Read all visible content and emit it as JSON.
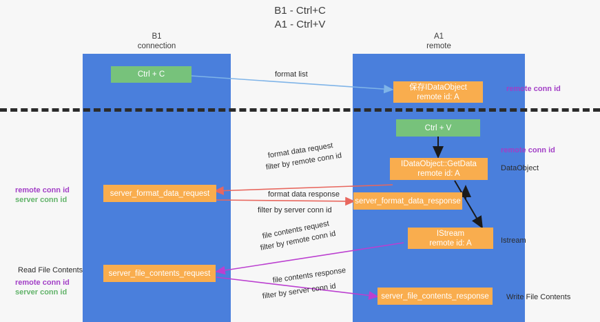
{
  "title": "B1 - Ctrl+C\nA1 - Ctrl+V",
  "lanes": [
    {
      "id": "b1",
      "name": "B1",
      "sub": "connection",
      "heading": "B1\nconnection",
      "color": "#4a7fdc"
    },
    {
      "id": "a1",
      "name": "A1",
      "sub": "remote",
      "heading": "A1\nremote",
      "color": "#4a7fdc"
    }
  ],
  "nodes": {
    "ctrl_c": "Ctrl + C",
    "ctrl_v": "Ctrl + V",
    "save_idataobject": "保存IDataObject\nremote id: A",
    "idataobject_getdata": "IDataObject::GetData\nremote id: A",
    "istream": "IStream\nremote id: A",
    "server_format_data_request": "server_format_data_request",
    "server_format_data_response": "server_format_data_response",
    "server_file_contents_request": "server_file_contents_request",
    "server_file_contents_response": "server_file_contents_response"
  },
  "edge_labels": {
    "format_list": "format list",
    "format_data_request": "format data request",
    "filter_by_remote_conn_id_1": "filter by ",
    "remote_conn_id": "remote conn id",
    "format_data_response": "format data response",
    "filter_by_server_conn_id_1": "filter by ",
    "server_conn_id": "server conn id",
    "file_contents_request": "file contents request",
    "filter_by_remote_conn_id_2": "filter by ",
    "file_contents_response": "file contents response",
    "filter_by_server_conn_id_2": "filter by "
  },
  "annotations": {
    "right_remote_conn_id_top": "remote conn id",
    "right_remote_conn_id_mid": "remote conn id",
    "right_dataobject": "DataObject",
    "right_istream": "Istream",
    "right_write_file_contents": "Write File Contents",
    "left_remote_conn_id": "remote conn id",
    "left_server_conn_id": "server conn id",
    "left_read_file_contents": "Read File Contents",
    "left_remote_conn_id_2": "remote conn id",
    "left_server_conn_id_2": "server conn id"
  },
  "colors": {
    "lane": "#4a7fdc",
    "green_node": "#77c27b",
    "orange_node": "#f9ad4e",
    "purple": "#a23fc6",
    "green_text": "#62b36a",
    "magenta": "#bb3fd0",
    "arrow_blue": "#7fb4e8",
    "arrow_red": "#e8675e",
    "arrow_black": "#1a1a1a",
    "background": "#f7f7f7"
  }
}
